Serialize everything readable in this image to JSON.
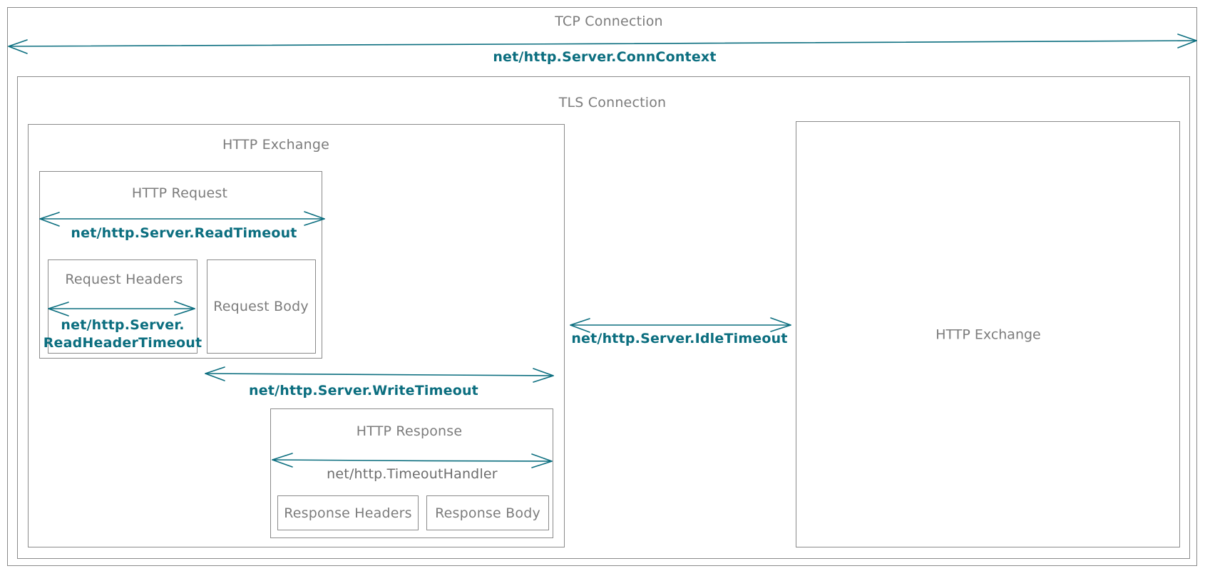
{
  "diagram": {
    "tcp_connection": {
      "title": "TCP Connection",
      "timeout": "net/http.Server.ConnContext"
    },
    "tls_connection": {
      "title": "TLS Connection"
    },
    "http_exchange_left": {
      "title": "HTTP Exchange"
    },
    "http_request": {
      "title": "HTTP Request",
      "timeout": "net/http.Server.ReadTimeout"
    },
    "request_headers": {
      "title": "Request Headers",
      "timeout_line1": "net/http.Server.",
      "timeout_line2": "ReadHeaderTimeout"
    },
    "request_body": {
      "title": "Request Body"
    },
    "write_timeout": {
      "label": "net/http.Server.WriteTimeout"
    },
    "http_response": {
      "title": "HTTP Response",
      "timeout": "net/http.TimeoutHandler"
    },
    "response_headers": {
      "title": "Response Headers"
    },
    "response_body": {
      "title": "Response Body"
    },
    "idle_timeout": {
      "label": "net/http.Server.IdleTimeout"
    },
    "http_exchange_right": {
      "title": "HTTP Exchange"
    },
    "colors": {
      "accent": "#0b6e7f",
      "box_border": "#8a8a8a",
      "text_gray": "#7c7c7c"
    }
  }
}
